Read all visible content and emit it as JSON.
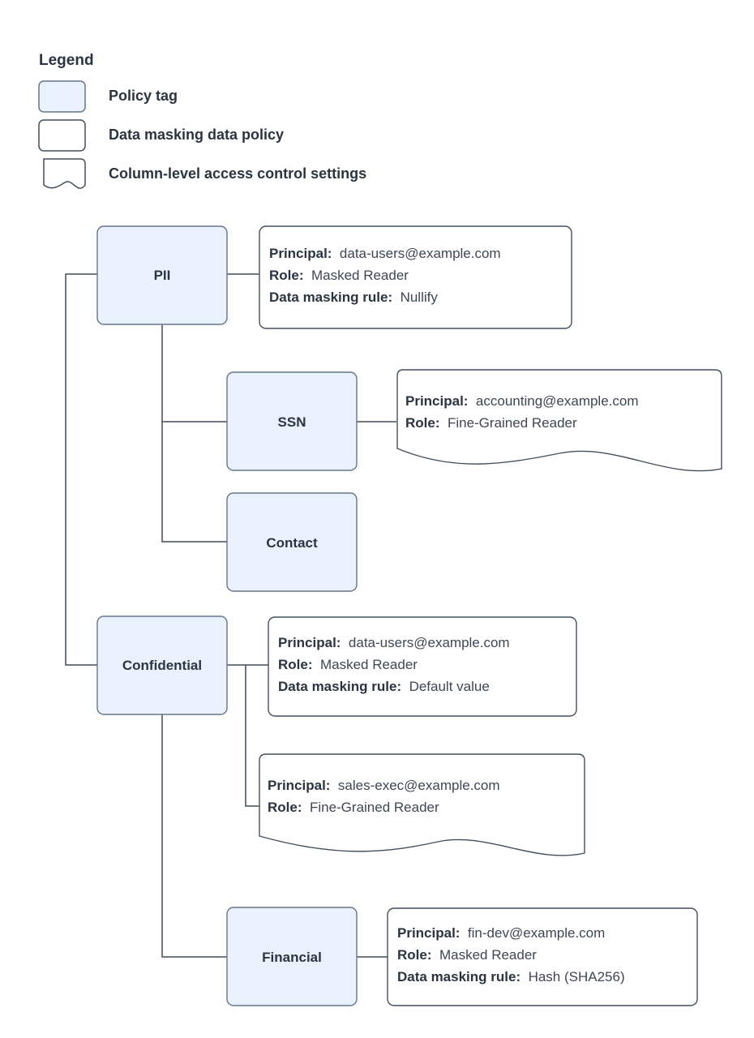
{
  "legend": {
    "title": "Legend",
    "items": [
      {
        "shape": "filled-rounded-rect",
        "label": "Policy tag"
      },
      {
        "shape": "plain-rounded-rect",
        "label": "Data masking data policy"
      },
      {
        "shape": "wavy-bottom-rect",
        "label": "Column-level access control settings"
      }
    ]
  },
  "colors": {
    "node_fill": "#eaf2fd",
    "node_stroke": "#66758c",
    "box_stroke": "#444f5e",
    "connector": "#404b5a",
    "text": "#2b3441",
    "value_text": "#3d4754"
  },
  "nodes": [
    {
      "id": "pii",
      "label": "PII"
    },
    {
      "id": "ssn",
      "label": "SSN"
    },
    {
      "id": "contact",
      "label": "Contact"
    },
    {
      "id": "confidential",
      "label": "Confidential"
    },
    {
      "id": "financial",
      "label": "Financial"
    }
  ],
  "policies": [
    {
      "id": "pii-policy",
      "attached_to": "PII",
      "shape": "plain-rounded-rect",
      "lines": [
        {
          "key": "Principal:",
          "value": "data-users@example.com"
        },
        {
          "key": "Role:",
          "value": "Masked Reader"
        },
        {
          "key": "Data masking rule:",
          "value": "Nullify"
        }
      ]
    },
    {
      "id": "ssn-policy",
      "attached_to": "SSN",
      "shape": "wavy-bottom-rect",
      "lines": [
        {
          "key": "Principal:",
          "value": "accounting@example.com"
        },
        {
          "key": "Role:",
          "value": "Fine-Grained Reader"
        }
      ]
    },
    {
      "id": "confidential-policy-1",
      "attached_to": "Confidential",
      "shape": "plain-rounded-rect",
      "lines": [
        {
          "key": "Principal:",
          "value": "data-users@example.com"
        },
        {
          "key": "Role:",
          "value": "Masked Reader"
        },
        {
          "key": "Data masking rule:",
          "value": "Default value"
        }
      ]
    },
    {
      "id": "confidential-policy-2",
      "attached_to": "Confidential",
      "shape": "wavy-bottom-rect",
      "lines": [
        {
          "key": "Principal:",
          "value": "sales-exec@example.com"
        },
        {
          "key": "Role:",
          "value": "Fine-Grained Reader"
        }
      ]
    },
    {
      "id": "financial-policy",
      "attached_to": "Financial",
      "shape": "plain-rounded-rect",
      "lines": [
        {
          "key": "Principal:",
          "value": "fin-dev@example.com"
        },
        {
          "key": "Role:",
          "value": "Masked Reader"
        },
        {
          "key": "Data masking rule:",
          "value": "Hash (SHA256)"
        }
      ]
    }
  ]
}
